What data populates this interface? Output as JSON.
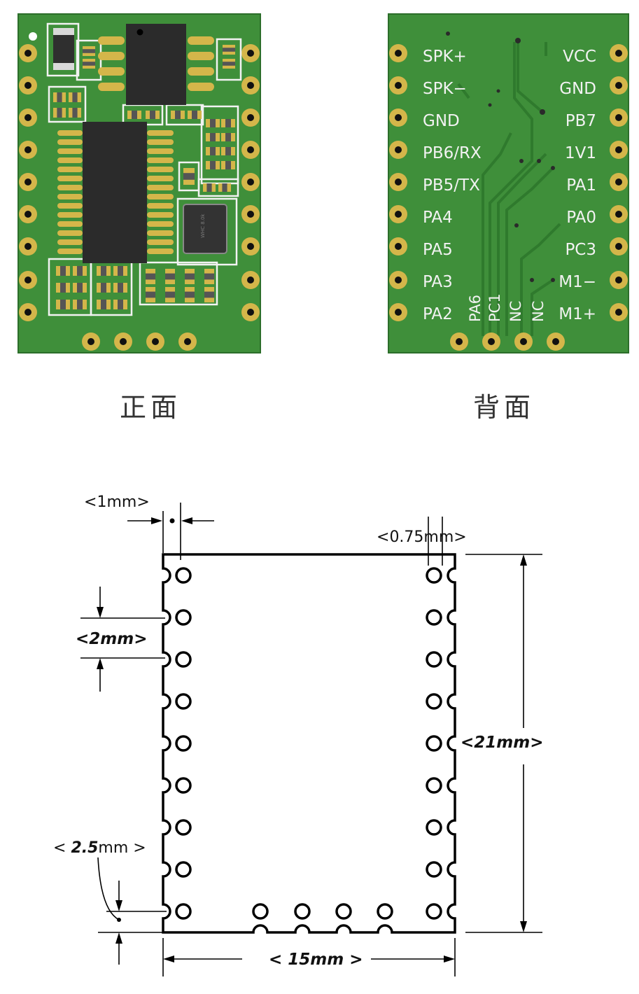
{
  "captions": {
    "front": "正面",
    "back": "背面"
  },
  "front_chip_marking": "WHC 8.0k",
  "pins": {
    "left": [
      "SPK+",
      "SPK−",
      "GND",
      "PB6/RX",
      "PB5/TX",
      "PA4",
      "PA5",
      "PA3",
      "PA2"
    ],
    "right": [
      "VCC",
      "GND",
      "PB7",
      "1V1",
      "PA1",
      "PA0",
      "PC3",
      "M1−",
      "M1+"
    ],
    "bottom": [
      "PA6",
      "PC1",
      "NC",
      "NC"
    ]
  },
  "dimensions": {
    "pad_width": {
      "open": "<",
      "value": "1",
      "unit": "mm",
      "close": ">"
    },
    "pad_offset": {
      "open": "<",
      "value": "0.75",
      "unit": "mm",
      "close": ">"
    },
    "pitch": {
      "open": "<",
      "value": "2",
      "unit": "mm",
      "close": ">"
    },
    "height": {
      "open": "<",
      "value": "21",
      "unit": "mm",
      "close": ">"
    },
    "bottom_margin": {
      "open": "< ",
      "value": "2.5",
      "unit": "mm",
      "close": " >"
    },
    "width": {
      "open": "< ",
      "value": "15",
      "unit": "mm",
      "close": " >"
    }
  },
  "colors": {
    "pcb": "#3f8f3a",
    "pcb_dark": "#2f7a2d",
    "gold": "#d4b64a",
    "chip": "#2b2b2b",
    "silk": "#f2f2f2",
    "line": "#000000"
  }
}
